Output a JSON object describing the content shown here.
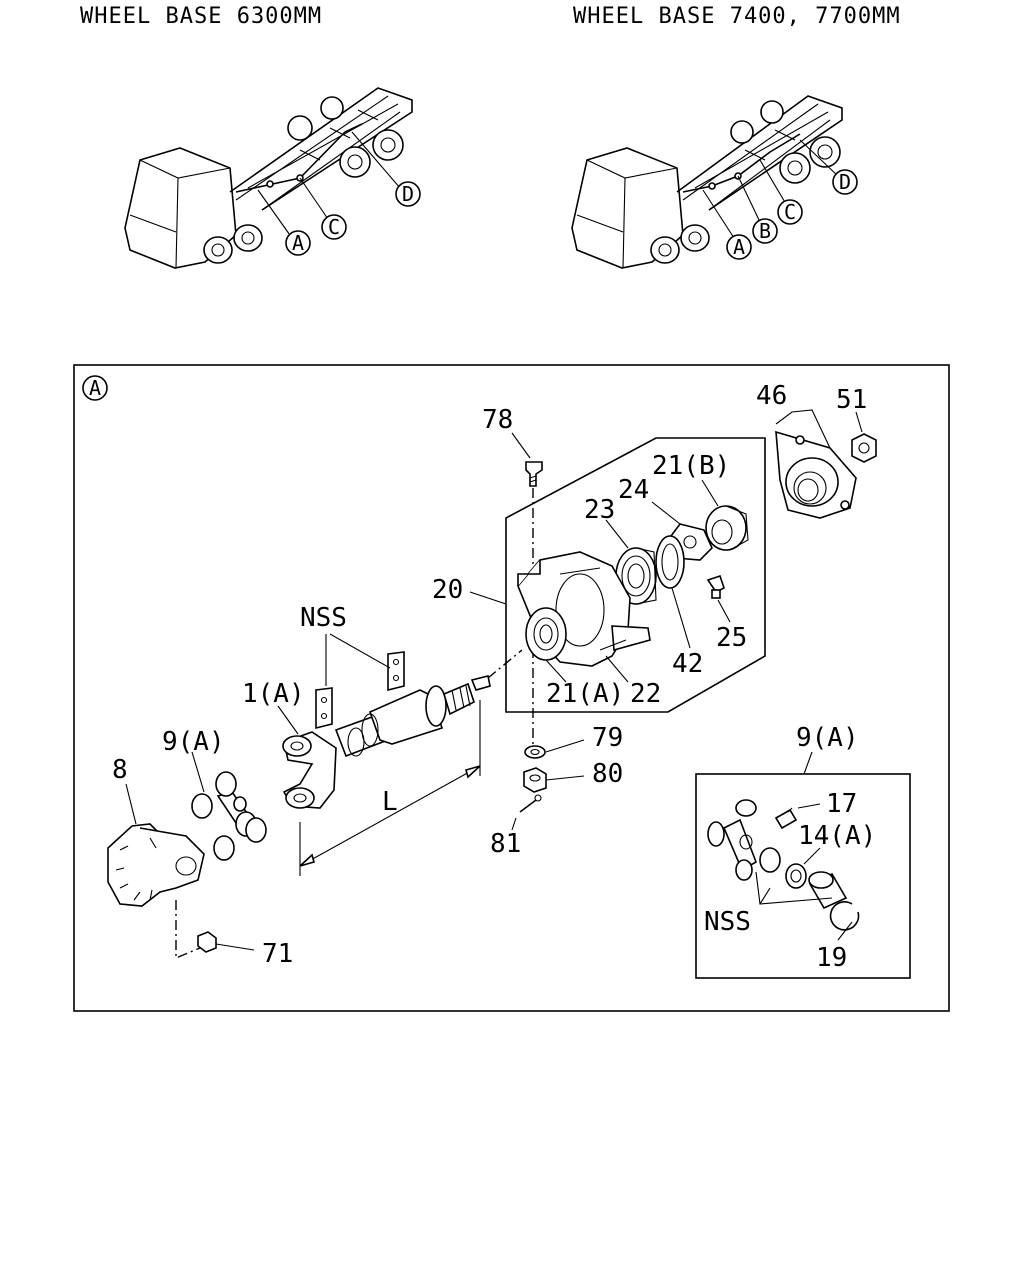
{
  "header": {
    "left_title": "WHEEL BASE 6300MM",
    "right_title": "WHEEL BASE 7400, 7700MM"
  },
  "truck_left": {
    "callouts": [
      "A",
      "C",
      "D"
    ]
  },
  "truck_right": {
    "callouts": [
      "A",
      "B",
      "C",
      "D"
    ]
  },
  "detail": {
    "section_marker": "A",
    "labels": {
      "p78": "78",
      "p46": "46",
      "p51": "51",
      "p21b": "21(B)",
      "p24": "24",
      "p23": "23",
      "p20": "20",
      "p25": "25",
      "nss_top": "NSS",
      "p42": "42",
      "p1a": "1(A)",
      "p21a": "21(A)",
      "p22": "22",
      "p9a_left": "9(A)",
      "p79": "79",
      "p8": "8",
      "p80": "80",
      "dimL": "L",
      "p81": "81",
      "p71": "71"
    },
    "inset": {
      "title": "9(A)",
      "labels": {
        "p17": "17",
        "p14a": "14(A)",
        "nss": "NSS",
        "p19": "19"
      }
    }
  }
}
